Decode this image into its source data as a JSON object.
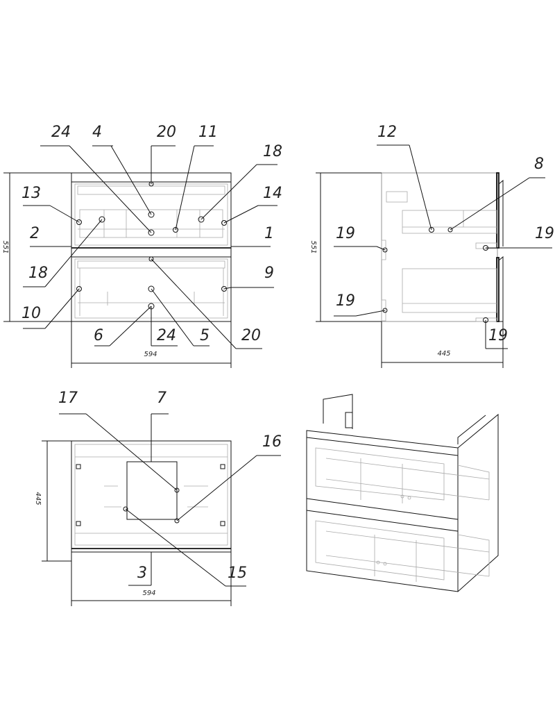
{
  "front_view": {
    "dimensions": {
      "height": "551",
      "width": "594"
    },
    "callouts": [
      "24",
      "4",
      "20",
      "11",
      "18",
      "13",
      "14",
      "2",
      "1",
      "18",
      "9",
      "10",
      "6",
      "24",
      "5",
      "20"
    ]
  },
  "side_view": {
    "dimensions": {
      "height": "551",
      "depth": "445"
    },
    "callouts": [
      "12",
      "8",
      "19",
      "19",
      "19",
      "19"
    ]
  },
  "top_view": {
    "dimensions": {
      "depth": "445",
      "width": "594"
    },
    "callouts": [
      "17",
      "7",
      "16",
      "3",
      "15"
    ]
  }
}
